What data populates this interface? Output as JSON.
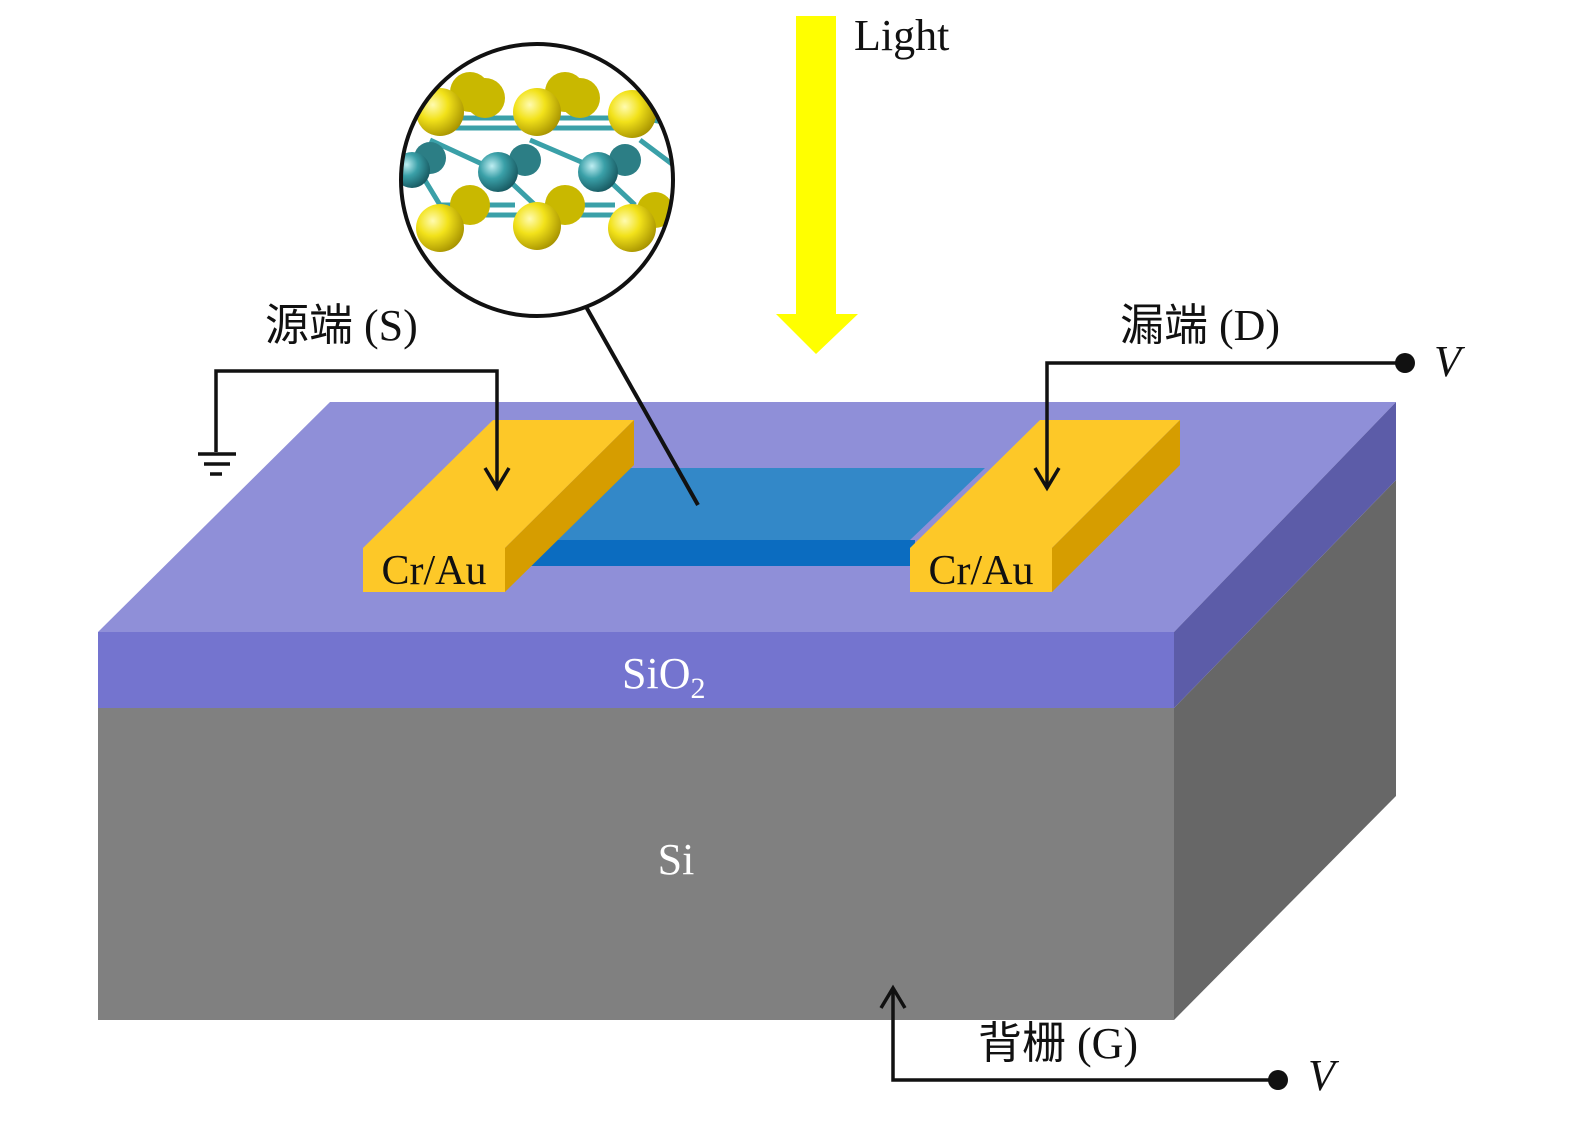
{
  "labels": {
    "light": "Light",
    "source": "源端 (S)",
    "drain": "漏端 (D)",
    "gate": "背栅 (G)",
    "contact_left": "Cr/Au",
    "contact_right": "Cr/Au",
    "oxide": "SiO",
    "oxide_sub": "2",
    "substrate": "Si",
    "voltage_drain": "V",
    "voltage_gate": "V"
  },
  "colors": {
    "light_arrow": "#ffff00",
    "oxide_top": "#8f8fd8",
    "oxide_front": "#7474cf",
    "oxide_side": "#5c5ca8",
    "si_front": "#808080",
    "si_side": "#676767",
    "contact_top": "#fdc828",
    "contact_side": "#d69d00",
    "channel_top": "#3388c8",
    "channel_front": "#0b6cc0",
    "atom_s": "#f2e21a",
    "atom_mo": "#3aa0a8"
  },
  "icons": [
    "ground-icon",
    "down-arrow-icon",
    "up-arrow-icon",
    "terminal-dot-icon",
    "magnifier-circle-icon"
  ]
}
